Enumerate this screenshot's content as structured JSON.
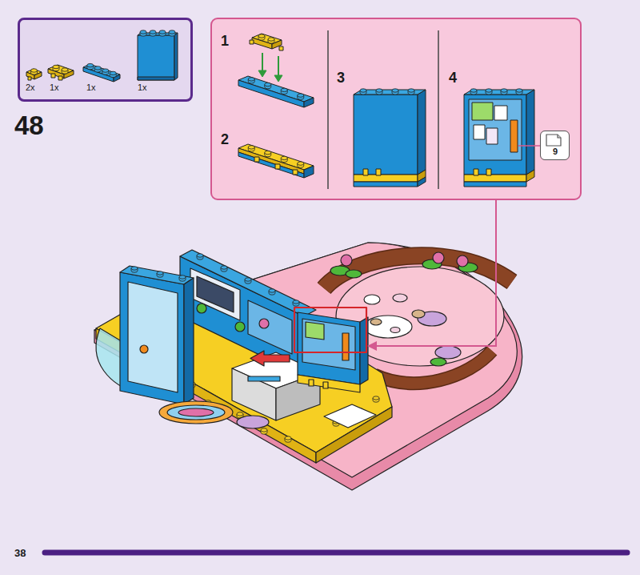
{
  "diagram": {
    "nodes": [
      {
        "text": [
          "2x",
          "1x",
          "1x",
          "1x"
        ]
      },
      {
        "text": [
          "1",
          "2",
          "3",
          "4"
        ]
      },
      {
        "text": [
          "9"
        ],
        "in": 1
      }
    ],
    "labels": [
      "48",
      "38"
    ]
  }
}
